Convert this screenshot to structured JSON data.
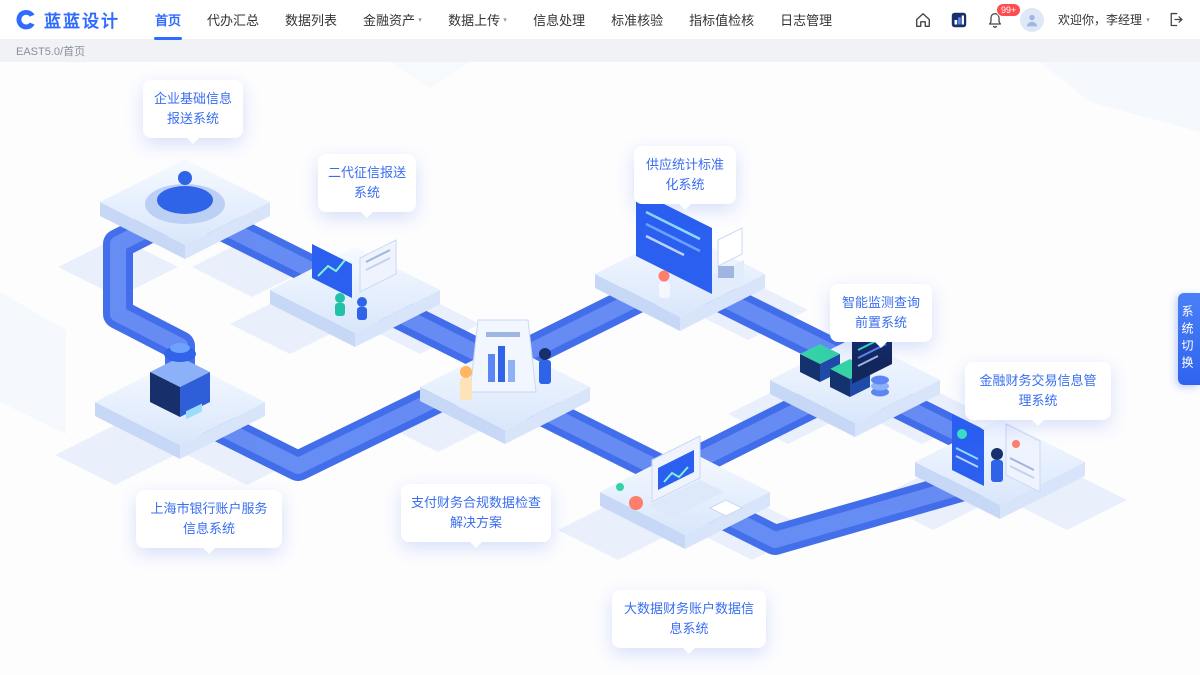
{
  "brand": {
    "name": "蓝蓝设计"
  },
  "nav": {
    "items": [
      {
        "label": "首页"
      },
      {
        "label": "代办汇总"
      },
      {
        "label": "数据列表"
      },
      {
        "label": "金融资产"
      },
      {
        "label": "数据上传"
      },
      {
        "label": "信息处理"
      },
      {
        "label": "标准核验"
      },
      {
        "label": "指标值检核"
      },
      {
        "label": "日志管理"
      }
    ]
  },
  "header": {
    "notification_badge": "99+",
    "welcome": "欢迎你，李经理"
  },
  "breadcrumb": {
    "path": "EAST5.0/首页"
  },
  "side_tab": {
    "label": "系统切换"
  },
  "systems": [
    {
      "label": "企业基础信息报送系统"
    },
    {
      "label": "二代征信报送系统"
    },
    {
      "label": "供应统计标准化系统"
    },
    {
      "label": "智能监测查询前置系统"
    },
    {
      "label": "金融财务交易信息管理系统"
    },
    {
      "label": "上海市银行账户服务信息系统"
    },
    {
      "label": "支付财务合规数据检查解决方案"
    },
    {
      "label": "大数据财务账户数据信息系统"
    }
  ],
  "colors": {
    "accent": "#2f6bff",
    "ribbon": "#3f6ef2",
    "badge": "#ff4d4f"
  }
}
